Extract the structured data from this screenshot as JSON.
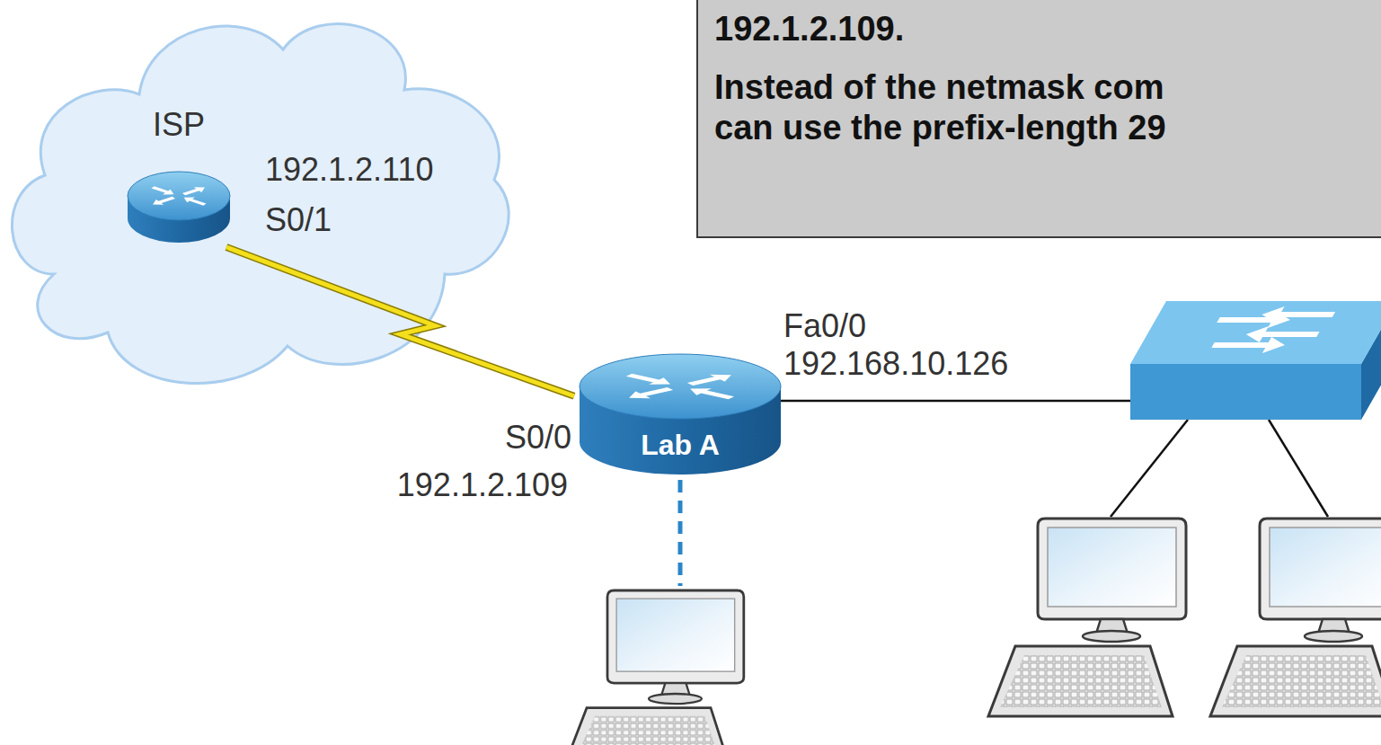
{
  "diagram": {
    "nodes": [
      {
        "text": [
          "192.1.2.109.",
          "Instead of the netmask com can use the prefix-length 29"
        ]
      },
      {
        "text": [
          "ISP"
        ]
      },
      {
        "text": [
          "Lab A"
        ]
      }
    ],
    "edges": [
      {
        "from": 1,
        "to": 2,
        "arrow": "none"
      }
    ],
    "labels": [
      "192.1.2.110",
      "S0/1",
      "Fa0/0",
      "192.168.10.126",
      "S0/0",
      "192.1.2.109"
    ]
  }
}
